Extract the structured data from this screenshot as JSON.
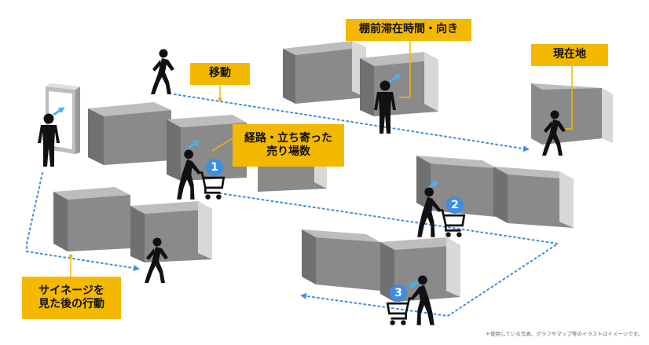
{
  "labels": {
    "shelf_time": "棚前滞在時間・向き",
    "movement": "移動",
    "current_location": "現在地",
    "route_line1": "経路・立ち寄った",
    "route_line2": "売り場数",
    "signage_line1": "サイネージを",
    "signage_line2": "見た後の行動"
  },
  "badges": [
    "1",
    "2",
    "3"
  ],
  "note": "＊使用している写真、グラフやマップ等のイラストはイメージです。",
  "colors": {
    "label_bg": "#f3b800",
    "path_dots": "#3d8de0",
    "shelf_front": "#8a8a8a",
    "person": "#111111",
    "gaze_arrow": "#49b3e8"
  }
}
